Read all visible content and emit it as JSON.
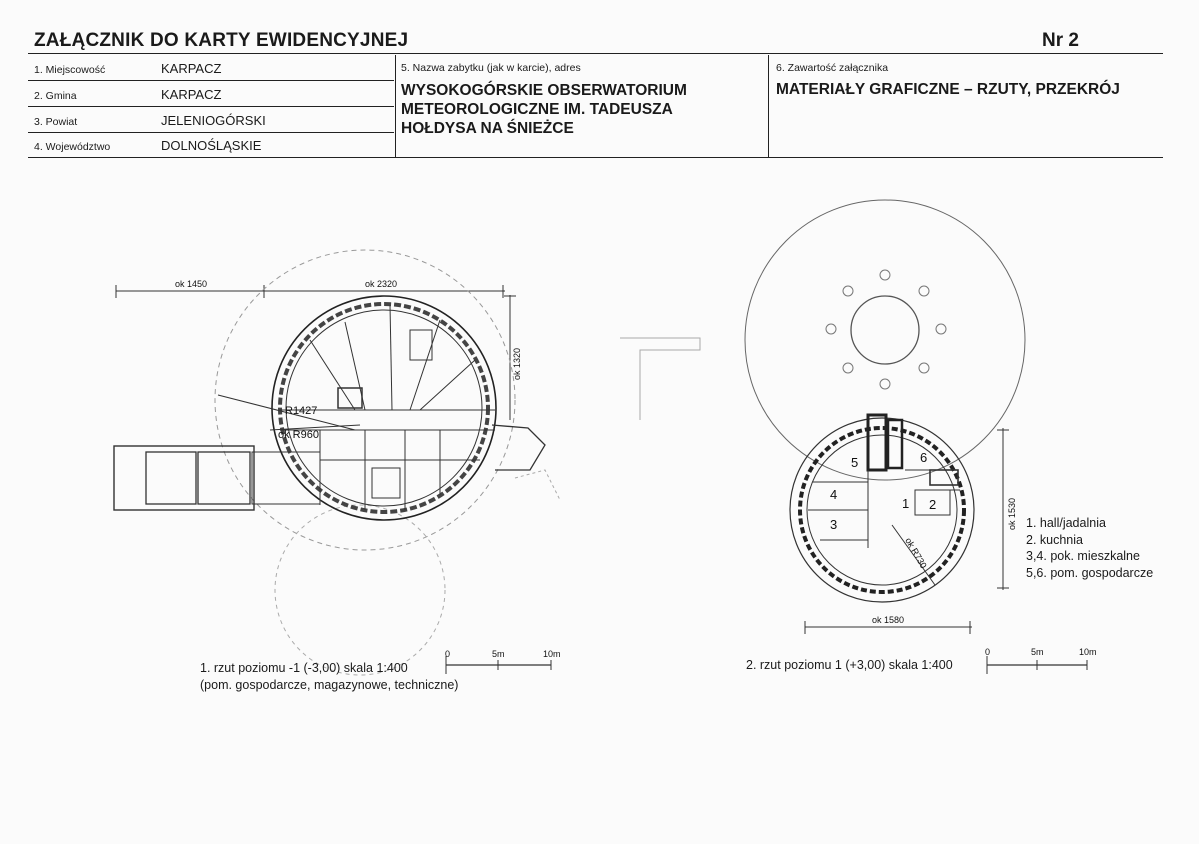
{
  "header": {
    "title": "ZAŁĄCZNIK DO KARTY EWIDENCYJNEJ",
    "number": "Nr 2",
    "fields": [
      {
        "label": "1. Miejscowość",
        "value": "KARPACZ"
      },
      {
        "label": "2. Gmina",
        "value": "KARPACZ"
      },
      {
        "label": "3. Powiat",
        "value": "JELENIOGÓRSKI"
      },
      {
        "label": "4. Województwo",
        "value": "DOLNOŚLĄSKIE"
      }
    ],
    "monument_label": "5. Nazwa zabytku (jak w karcie), adres",
    "monument_name": "WYSOKOGÓRSKIE OBSERWATORIUM METEOROLOGICZNE IM. TADEUSZA HOŁDYSA NA ŚNIEŻCE",
    "content_label": "6. Zawartość załącznika",
    "content_value": "MATERIAŁY GRAFICZNE – RZUTY, PRZEKRÓJ"
  },
  "plan1": {
    "dim_left": "ok 1450",
    "dim_right": "ok 2320",
    "dim_height": "ok 1320",
    "radius_outer": "R1427",
    "radius_inner": "ok R960",
    "caption_line1": "1. rzut poziomu -1 (-3,00)  skala 1:400",
    "caption_line2": "(pom. gospodarcze, magazynowe, techniczne)",
    "scale_labels": [
      "0",
      "5m",
      "10m"
    ]
  },
  "plan2": {
    "dim_width": "ok 1580",
    "dim_height": "ok 1530",
    "radius": "ok R730",
    "room_numbers": [
      "1",
      "2",
      "3",
      "4",
      "5",
      "6"
    ],
    "caption": "2. rzut poziomu 1 (+3,00)  skala 1:400",
    "scale_labels": [
      "0",
      "5m",
      "10m"
    ],
    "legend": [
      "1. hall/jadalnia",
      "2. kuchnia",
      "3,4. pok. mieszkalne",
      "5,6. pom. gospodarcze"
    ]
  }
}
